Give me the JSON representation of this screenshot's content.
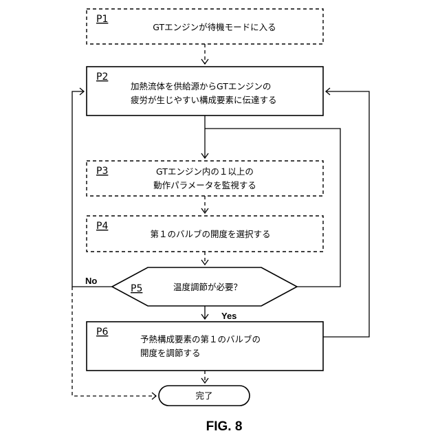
{
  "figure_label": "FIG. 8",
  "steps": {
    "p1": {
      "label": "P1",
      "text": [
        "GTエンジンが待機モードに入る"
      ]
    },
    "p2": {
      "label": "P2",
      "text": [
        "加熱流体を供給源からGTエンジンの",
        "疲労が生じやすい構成要素に伝達する"
      ]
    },
    "p3": {
      "label": "P3",
      "text": [
        "GTエンジン内の１以上の",
        "動作パラメータを監視する"
      ]
    },
    "p4": {
      "label": "P4",
      "text": [
        "第１のバルブの開度を選択する"
      ]
    },
    "p5": {
      "label": "P5",
      "text": [
        "温度調節が必要？"
      ]
    },
    "p6": {
      "label": "P6",
      "text": [
        "予熱構成要素の第１のバルブの",
        "開度を調節する"
      ]
    },
    "end": {
      "text": "完了"
    }
  },
  "edges": {
    "yes": "Yes",
    "no": "No"
  }
}
